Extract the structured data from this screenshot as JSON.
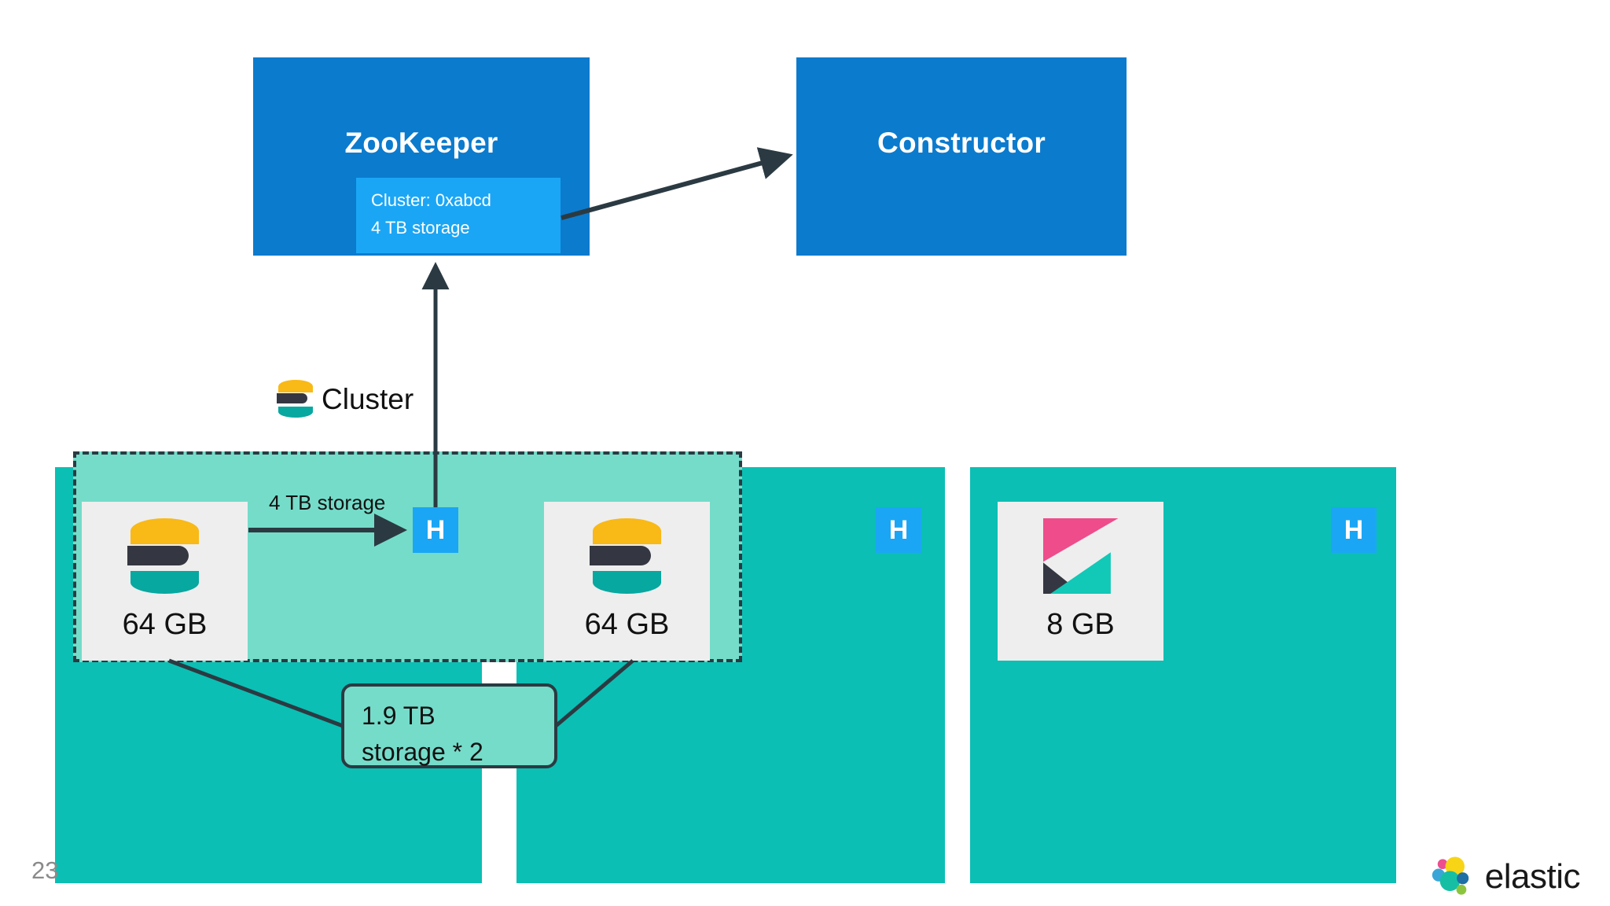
{
  "slide": {
    "page_number": "23",
    "brand": "elastic",
    "brand_logo_icon": "elastic-logo-icon",
    "background_color": "#ffffff"
  },
  "services": [
    {
      "id": "zookeeper",
      "title": "ZooKeeper",
      "color": "#0b7bce",
      "meta_box": {
        "color": "#1ba6f5",
        "lines": [
          "Cluster: 0xabcd",
          "4 TB storage"
        ]
      }
    },
    {
      "id": "constructor",
      "title": "Constructor",
      "color": "#0b7bce"
    }
  ],
  "cluster_legend": {
    "label": "Cluster",
    "icon": "elasticsearch-logo-icon"
  },
  "cluster_overlay": {
    "fill": "#75dcca",
    "border_style": "dashed",
    "border_color": "#2b3a42"
  },
  "zones": [
    {
      "id": "zone-1",
      "color": "#0bbfb4"
    },
    {
      "id": "zone-2",
      "color": "#0bbfb4"
    },
    {
      "id": "zone-3",
      "color": "#0bbfb4"
    }
  ],
  "nodes": [
    {
      "id": "node-a",
      "label": "64 GB",
      "icon": "elasticsearch-logo-icon",
      "tile_color": "#eeeeee"
    },
    {
      "id": "node-b",
      "label": "64 GB",
      "icon": "elasticsearch-logo-icon",
      "tile_color": "#eeeeee"
    },
    {
      "id": "node-c",
      "label": "8 GB",
      "icon": "kibana-logo-icon",
      "tile_color": "#eeeeee"
    }
  ],
  "proxy_badges": [
    {
      "id": "h-badge-1",
      "label": "H",
      "color": "#1ba6f5"
    },
    {
      "id": "h-badge-2",
      "label": "H",
      "color": "#1ba6f5"
    },
    {
      "id": "h-badge-3",
      "label": "H",
      "color": "#1ba6f5"
    }
  ],
  "edge_labels": {
    "node_to_proxy": "4 TB storage"
  },
  "callouts": [
    {
      "id": "callout-storage",
      "lines": [
        "1.9 TB",
        "storage * 2"
      ],
      "fill": "#75dcca",
      "border_color": "#2b3a42"
    }
  ],
  "connectors": [
    {
      "from": "zookeeper-meta",
      "to": "constructor",
      "style": "arrow"
    },
    {
      "from": "h-badge-1",
      "to": "zookeeper-meta",
      "style": "arrow"
    },
    {
      "from": "node-a",
      "to": "h-badge-1",
      "style": "arrow"
    },
    {
      "from": "node-a",
      "to": "callout-storage",
      "style": "line"
    },
    {
      "from": "node-b",
      "to": "callout-storage",
      "style": "line"
    }
  ]
}
